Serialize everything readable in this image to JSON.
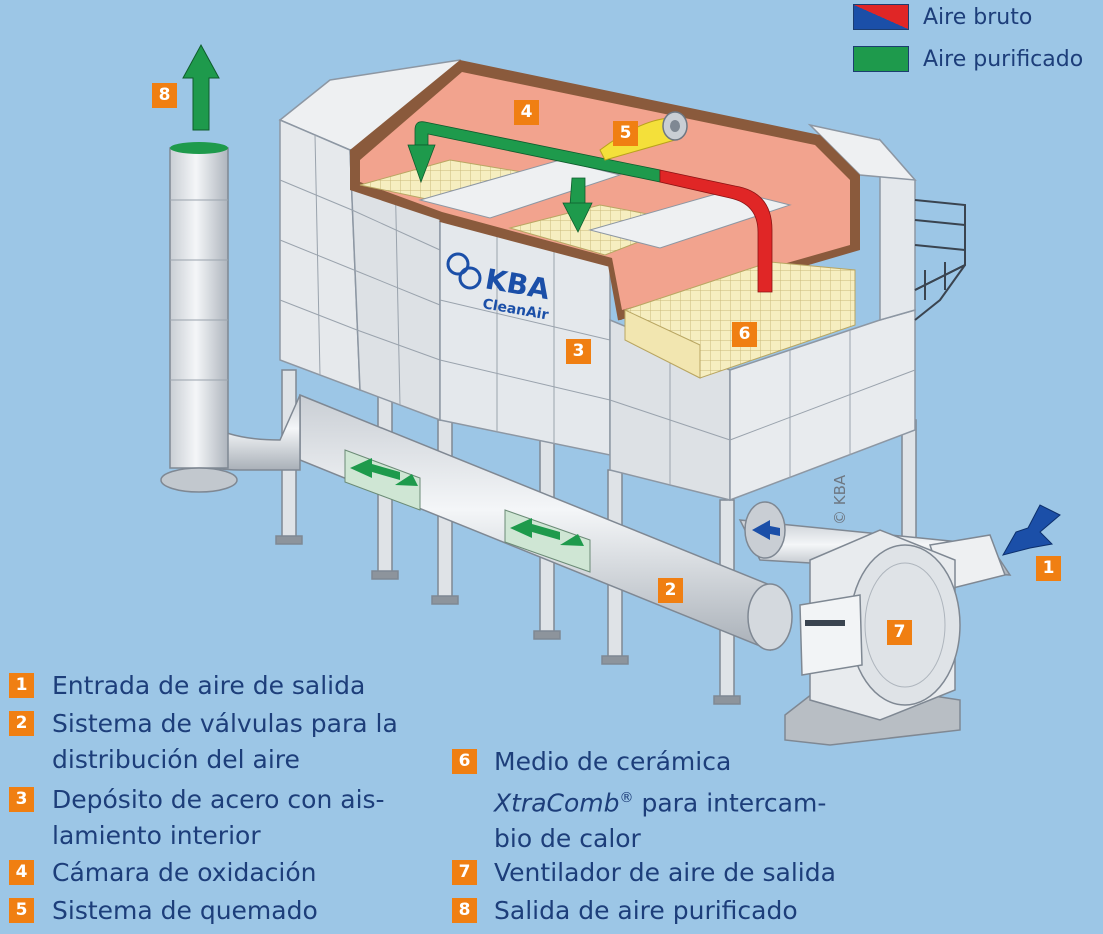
{
  "legend": [
    {
      "label": "Aire bruto",
      "colors": [
        "#1b4fa8",
        "#e02626"
      ]
    },
    {
      "label": "Aire purificado",
      "colors": [
        "#1e9a4c"
      ]
    }
  ],
  "logo": {
    "brand": "KBA",
    "product": "CleanAir"
  },
  "copyright": "© KBA",
  "diagram_badges": [
    {
      "id": "1",
      "target": "inlet"
    },
    {
      "id": "2",
      "target": "valve-duct"
    },
    {
      "id": "3",
      "target": "steel-tank"
    },
    {
      "id": "4",
      "target": "oxidation-chamber"
    },
    {
      "id": "5",
      "target": "burner"
    },
    {
      "id": "6",
      "target": "ceramic-media"
    },
    {
      "id": "7",
      "target": "fan"
    },
    {
      "id": "8",
      "target": "outlet"
    }
  ],
  "key": {
    "k1": {
      "num": "1",
      "l1": "Entrada de aire de salida"
    },
    "k2": {
      "num": "2",
      "l1": "Sistema de válvulas para la",
      "l2": "distribución del aire"
    },
    "k3": {
      "num": "3",
      "l1": "Depósito de acero con ais-",
      "l2": "lamiento interior"
    },
    "k4": {
      "num": "4",
      "l1": "Cámara de oxidación"
    },
    "k5": {
      "num": "5",
      "l1": "Sistema de quemado"
    },
    "k6": {
      "num": "6",
      "l1": "Medio de cerámica",
      "l2_italic": "XtraComb",
      "l2_sup": "®",
      "l2_rest": " para intercam-",
      "l3": "bio de calor"
    },
    "k7": {
      "num": "7",
      "l1": "Ventilador de aire de salida"
    },
    "k8": {
      "num": "8",
      "l1": "Salida de aire purificado"
    }
  },
  "colors": {
    "background": "#9cc6e6",
    "badge": "#f07f12",
    "text": "#1d3e7a",
    "metal": "#e4e8ec",
    "panel_line": "#8d97a3",
    "chamber": "#f2a38e",
    "insulation": "#8a5a3c",
    "ceramic": "#f6eec0"
  }
}
